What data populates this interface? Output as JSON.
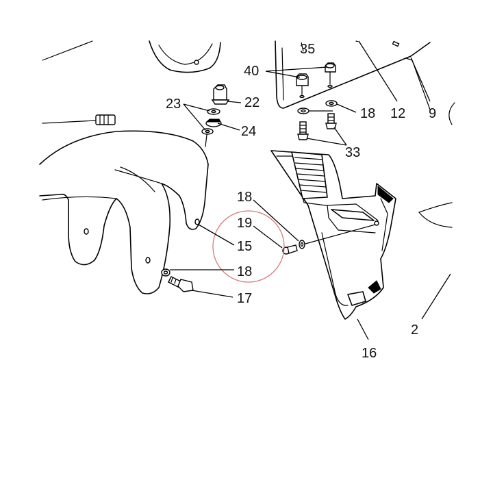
{
  "diagram": {
    "callouts": {
      "c35": "35",
      "c40": "40",
      "c12": "12",
      "c9": "9",
      "c23": "23",
      "c22": "22",
      "c24": "24",
      "c18a": "18",
      "c33": "33",
      "c18b": "18",
      "c19": "19",
      "c15": "15",
      "c18c": "18",
      "c17": "17",
      "c16": "16",
      "c2": "2"
    },
    "highlight_color": "#d77a7a"
  }
}
